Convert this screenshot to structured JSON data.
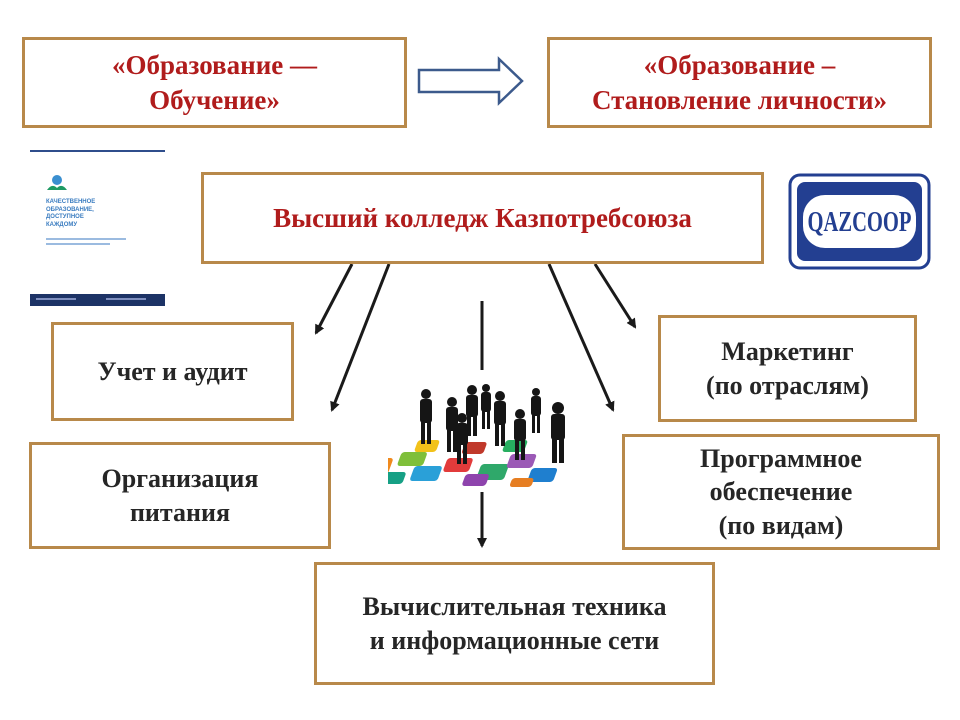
{
  "header": {
    "left_line1": "«Образование —",
    "left_line2": "Обучение»",
    "right_line1": "«Образование  –",
    "right_line2": "Становление личности»"
  },
  "center": {
    "title": "Высший колледж Казпотребсоюза"
  },
  "branches": {
    "accounting": "Учет и аудит",
    "catering_line1": "Организация",
    "catering_line2": "питания",
    "marketing_line1": "Маркетинг",
    "marketing_line2": "(по отраслям)",
    "software_line1": "Программное",
    "software_line2": "обеспечение",
    "software_line3": "(по видам)",
    "computing_line1": "Вычислительная техника",
    "computing_line2": "и информационные  сети"
  },
  "brochure": {
    "title_line1": "КАЧЕСТВЕННОЕ",
    "title_line2": "ОБРАЗОВАНИЕ,",
    "title_line3": "ДОСТУПНОЕ",
    "title_line4": "КАЖДОМУ"
  },
  "logo": {
    "text": "QAZCOOP"
  },
  "colors": {
    "border": "#b8894a",
    "red_text": "#b01c1c",
    "logo_blue": "#233f91",
    "arrow": "#1a1a1a"
  },
  "icons": {
    "transition": "hollow-right-arrow-icon",
    "team": "business-people-on-puzzle-icon"
  }
}
